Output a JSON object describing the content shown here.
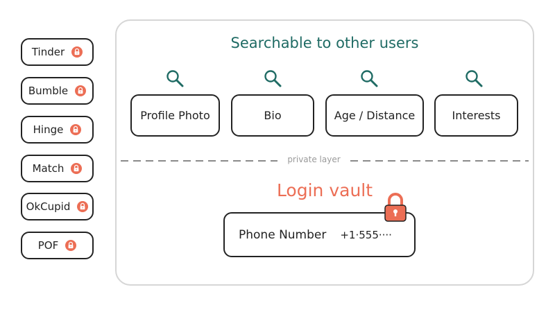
{
  "colors": {
    "accent_teal": "#1f6b64",
    "accent_coral": "#ec6e55",
    "ink": "#222222",
    "muted": "#9a9a9a",
    "panel_border": "#d6d6d6"
  },
  "apps": [
    {
      "label": "Tinder",
      "icon": "lock-icon"
    },
    {
      "label": "Bumble",
      "icon": "lock-icon"
    },
    {
      "label": "Hinge",
      "icon": "lock-icon"
    },
    {
      "label": "Match",
      "icon": "lock-icon"
    },
    {
      "label": "OkCupid",
      "icon": "lock-icon"
    },
    {
      "label": "POF",
      "icon": "lock-icon"
    }
  ],
  "public_layer": {
    "title": "Searchable to other users",
    "fields": [
      {
        "label": "Profile Photo",
        "icon": "search-icon"
      },
      {
        "label": "Bio",
        "icon": "search-icon"
      },
      {
        "label": "Age / Distance",
        "icon": "search-icon"
      },
      {
        "label": "Interests",
        "icon": "search-icon"
      }
    ]
  },
  "divider": {
    "label": "private layer"
  },
  "vault": {
    "title": "Login vault",
    "field_label": "Phone Number",
    "field_value": "+1·555····",
    "icon": "padlock-icon"
  }
}
